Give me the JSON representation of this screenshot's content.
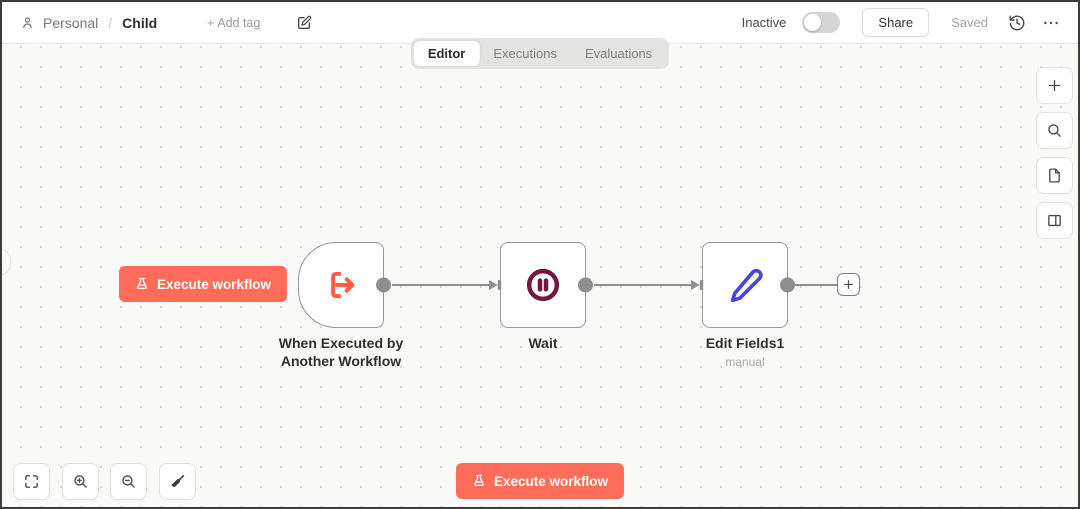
{
  "header": {
    "breadcrumb": {
      "project": "Personal",
      "separator": "/",
      "workflow": "Child"
    },
    "add_tag_label": "+ Add tag",
    "status_label": "Inactive",
    "status_active": false,
    "share_label": "Share",
    "saved_label": "Saved"
  },
  "tabs": [
    {
      "label": "Editor",
      "active": true
    },
    {
      "label": "Executions",
      "active": false
    },
    {
      "label": "Evaluations",
      "active": false
    }
  ],
  "canvas": {
    "execute_button_label": "Execute workflow",
    "nodes": [
      {
        "name": "When Executed by Another Workflow",
        "subtitle": "",
        "icon": "workflow-input-icon",
        "icon_color": "#ff5c49",
        "shape": "trigger"
      },
      {
        "name": "Wait",
        "subtitle": "",
        "icon": "pause-circle-icon",
        "icon_color": "#72173f",
        "shape": "square"
      },
      {
        "name": "Edit Fields1",
        "subtitle": "manual",
        "icon": "pencil-icon",
        "icon_color": "#4743e8",
        "shape": "square"
      }
    ],
    "connection_color": "#8e8e8e"
  },
  "right_toolbar": {
    "buttons": [
      "add-node",
      "search",
      "sticky-note",
      "toggle-panel"
    ]
  },
  "bottom_toolbar": {
    "buttons": [
      "zoom-to-fit",
      "zoom-in",
      "zoom-out",
      "tidy-up"
    ]
  },
  "footer": {
    "execute_button_label": "Execute workflow"
  },
  "colors": {
    "accent": "#ff6d5a",
    "node_border": "#98979a",
    "canvas_bg": "#f9f9f8"
  }
}
